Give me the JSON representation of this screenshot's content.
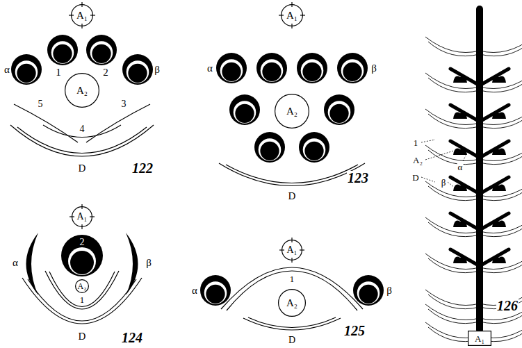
{
  "diagram": {
    "nodes": [
      {
        "text": [
          "A₁"
        ]
      },
      {
        "text": [
          "A₂"
        ]
      },
      {
        "text": [
          "A₁"
        ]
      },
      {
        "text": [
          "A₂"
        ]
      },
      {
        "text": [
          "A₁"
        ]
      },
      {
        "text": [
          "A₂"
        ]
      },
      {
        "text": [
          "A₁"
        ]
      },
      {
        "text": [
          "A₂"
        ]
      },
      {
        "text": [
          "A₁"
        ]
      }
    ],
    "labels": [
      "α",
      "1",
      "2",
      "β",
      "5",
      "3",
      "4",
      "D",
      "122",
      "α",
      "β",
      "D",
      "123",
      "2",
      "α",
      "β",
      "1",
      "D",
      "124",
      "α",
      "β",
      "1",
      "D",
      "125",
      "1",
      "A₂",
      "α",
      "D",
      "β",
      "126"
    ]
  }
}
